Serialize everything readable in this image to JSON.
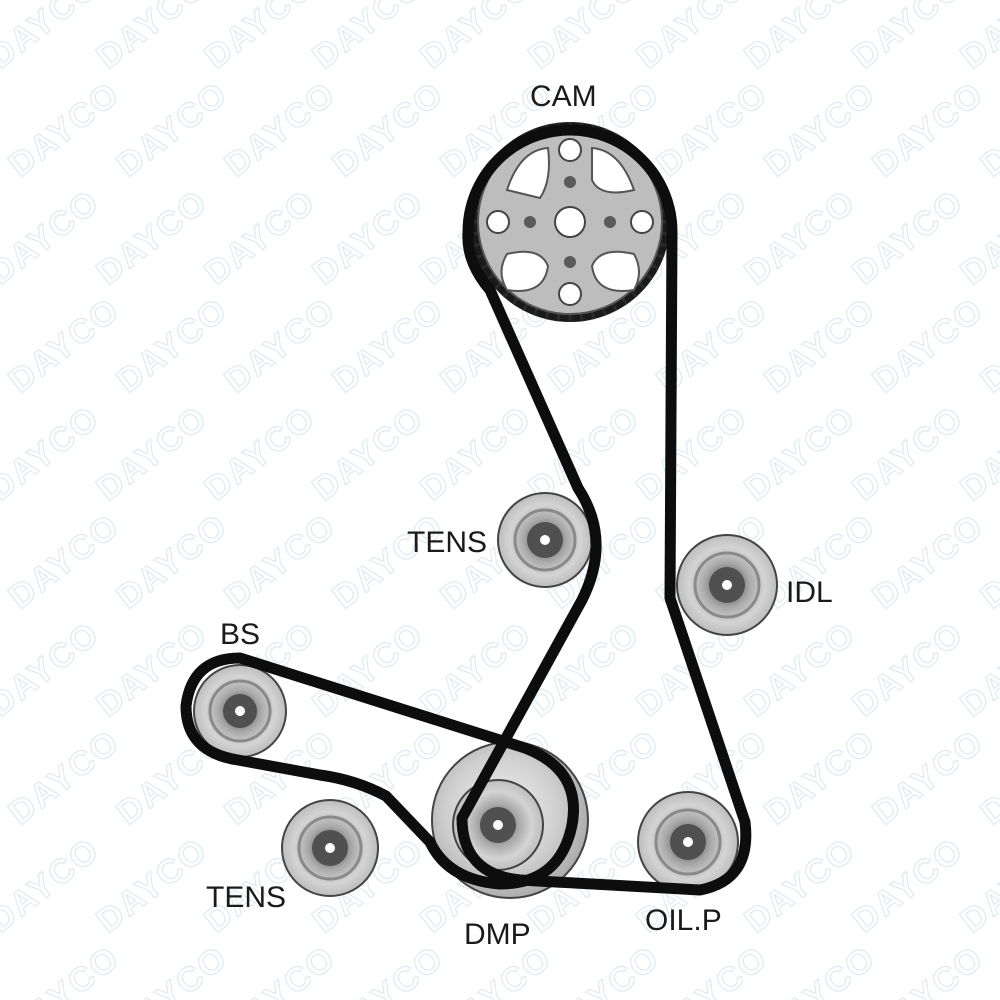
{
  "watermark": {
    "text": "DAYCO"
  },
  "colors": {
    "belt": "#0d0d0d",
    "pulley_dark": "#4a4a4a",
    "pulley_mid": "#9a9a9a",
    "pulley_light": "#dedede",
    "cam_face": "#b8b8b8",
    "hole": "#ffffff"
  },
  "labels": {
    "cam": "CAM",
    "tens_upper": "TENS",
    "idl": "IDL",
    "bs": "BS",
    "tens_lower": "TENS",
    "dmp": "DMP",
    "oilp": "OIL.P"
  }
}
